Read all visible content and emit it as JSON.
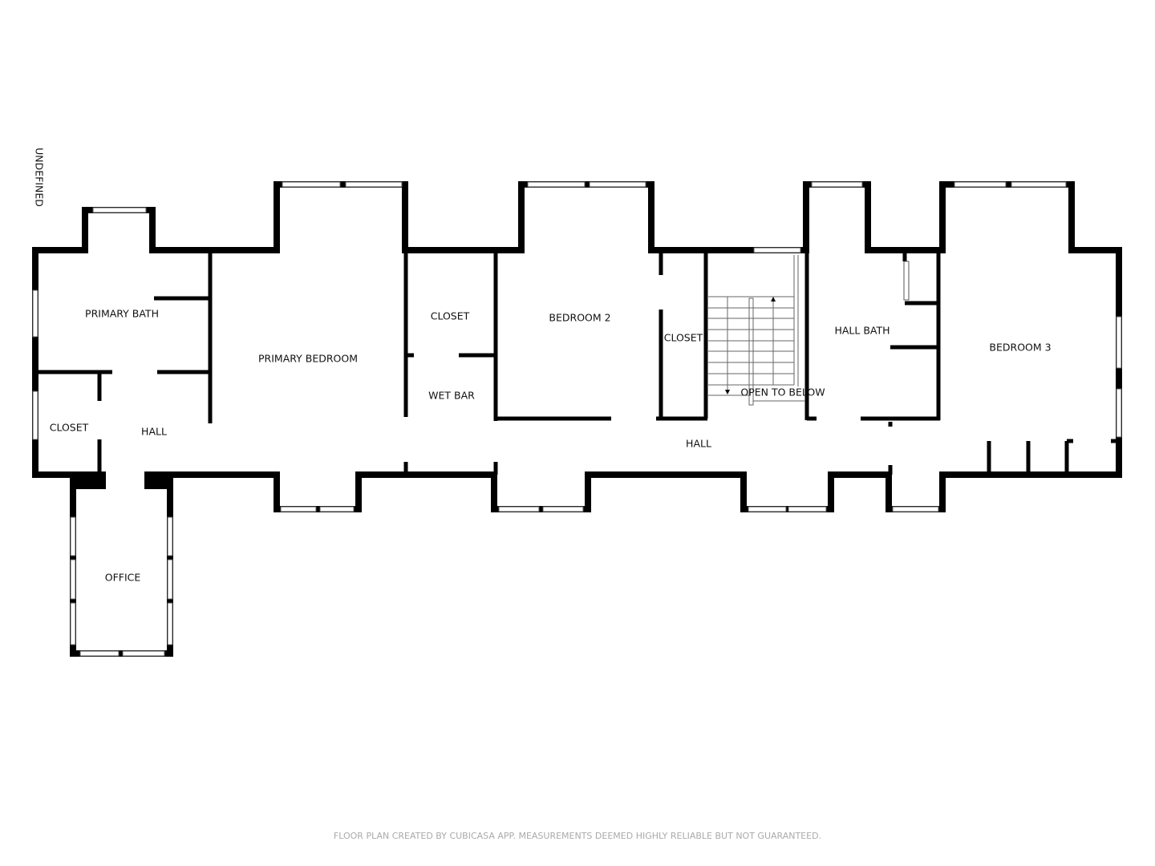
{
  "orientation_label": "UNDEFINED",
  "rooms": {
    "primary_bath": "PRIMARY BATH",
    "closet_1": "CLOSET",
    "hall_1": "HALL",
    "primary_bedroom": "PRIMARY BEDROOM",
    "office": "OFFICE",
    "closet_2": "CLOSET",
    "wet_bar": "WET BAR",
    "bedroom_2": "BEDROOM 2",
    "closet_3": "CLOSET",
    "open_to_below": "OPEN TO BELOW",
    "hall_2": "HALL",
    "hall_bath": "HALL BATH",
    "bedroom_3": "BEDROOM 3"
  },
  "footer": "FLOOR PLAN CREATED BY CUBICASA APP. MEASUREMENTS DEEMED HIGHLY RELIABLE BUT NOT GUARANTEED."
}
